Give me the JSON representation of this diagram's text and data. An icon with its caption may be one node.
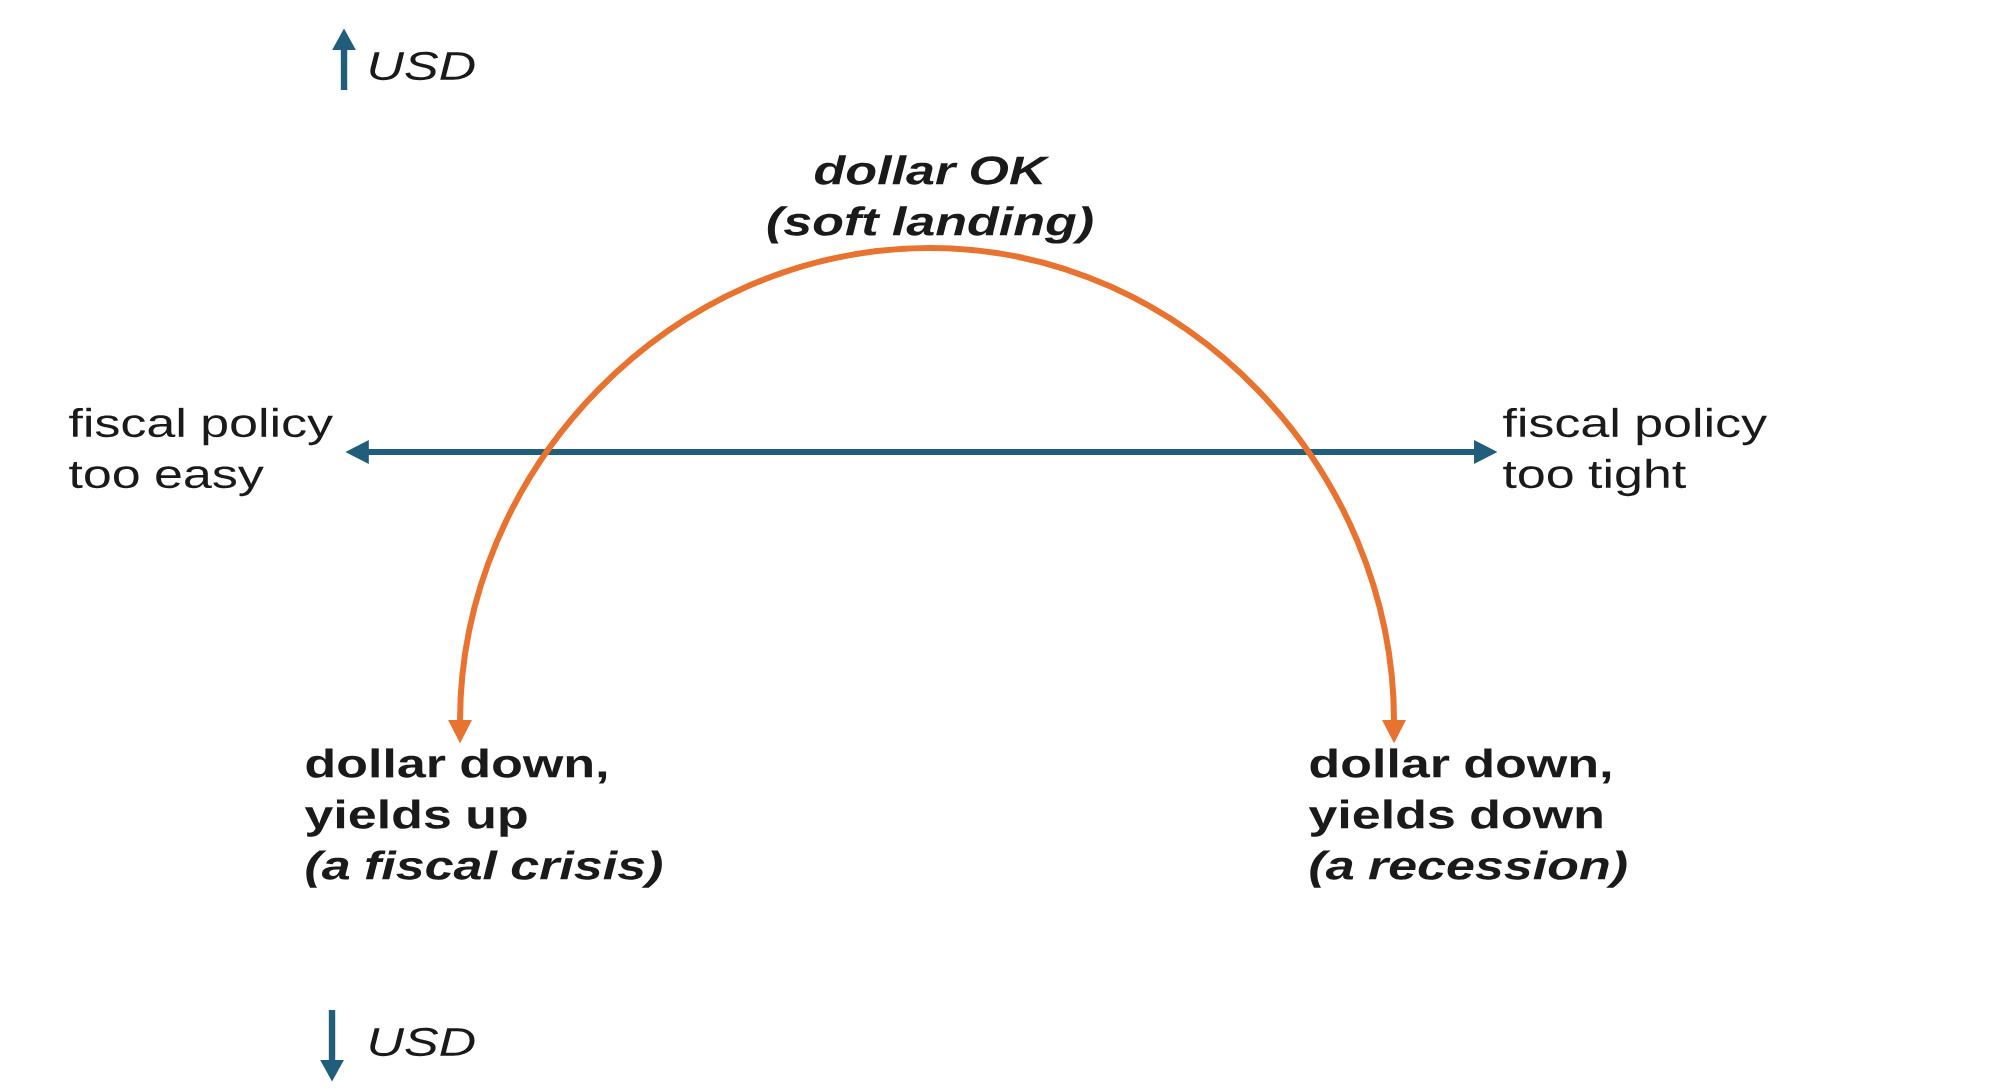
{
  "diagram": {
    "nodes": [
      {
        "text": [
          "dollar OK",
          "(soft landing)"
        ]
      },
      {
        "text": [
          "fiscal policy too easy"
        ]
      },
      {
        "text": [
          "fiscal policy too tight"
        ]
      },
      {
        "text": [
          "dollar down, yields up",
          "(a fiscal crisis)"
        ]
      },
      {
        "text": [
          "dollar down, yields down",
          "(a recession)"
        ]
      }
    ],
    "edges": [
      {
        "from": 1,
        "to": 2,
        "arrow": "both",
        "color": "#215e7c"
      },
      {
        "from": 0,
        "to": 3,
        "arrow": "to",
        "color": "#e8722f"
      },
      {
        "from": 0,
        "to": 4,
        "arrow": "to",
        "color": "#e8722f"
      }
    ],
    "labels": [
      "USD",
      "USD"
    ]
  }
}
